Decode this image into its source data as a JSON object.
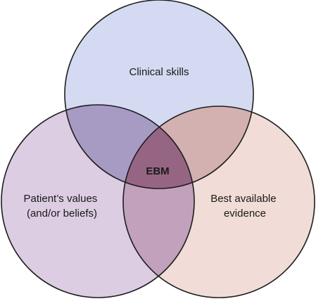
{
  "diagram": {
    "circles": [
      {
        "id": "clinical",
        "label_lines": [
          "Clinical skills"
        ],
        "fill": "#d3daf1"
      },
      {
        "id": "patient",
        "label_lines": [
          "Patient’s values",
          "(and/or beliefs)"
        ],
        "fill": "#dccde3"
      },
      {
        "id": "evidence",
        "label_lines": [
          "Best available",
          "evidence"
        ],
        "fill": "#f1dcd7"
      }
    ],
    "overlaps": {
      "clinical_patient": "#a79bc4",
      "clinical_evidence": "#d3b1b1",
      "patient_evidence": "#c1a1bc",
      "all": "#976584"
    },
    "center_label": "EBM",
    "stroke_color": "#1e1e1e"
  }
}
